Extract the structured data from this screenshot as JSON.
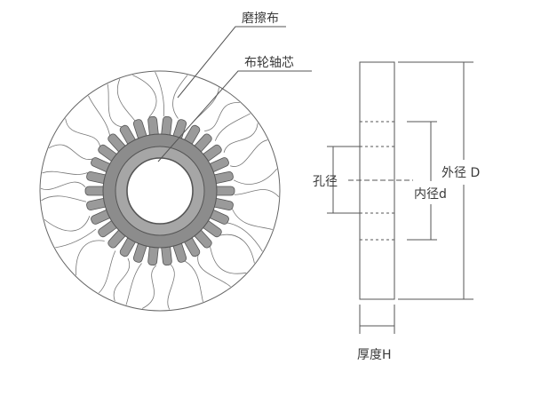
{
  "labels": {
    "abrasive_cloth": "磨擦布",
    "core": "布轮轴芯",
    "hole_diameter": "孔径",
    "inner_diameter": "内径d",
    "outer_diameter": "外径 D",
    "thickness": "厚度H"
  },
  "colors": {
    "line": "#555555",
    "core_fill": "#8c8c8c",
    "hub_fill": "#a6a6a6",
    "tooth_fill": "#9a9a9a",
    "hole_fill": "#ffffff"
  },
  "icons": {
    "wheel_front_view": "wheel-front-view-icon",
    "wheel_side_view": "wheel-side-view-icon"
  }
}
